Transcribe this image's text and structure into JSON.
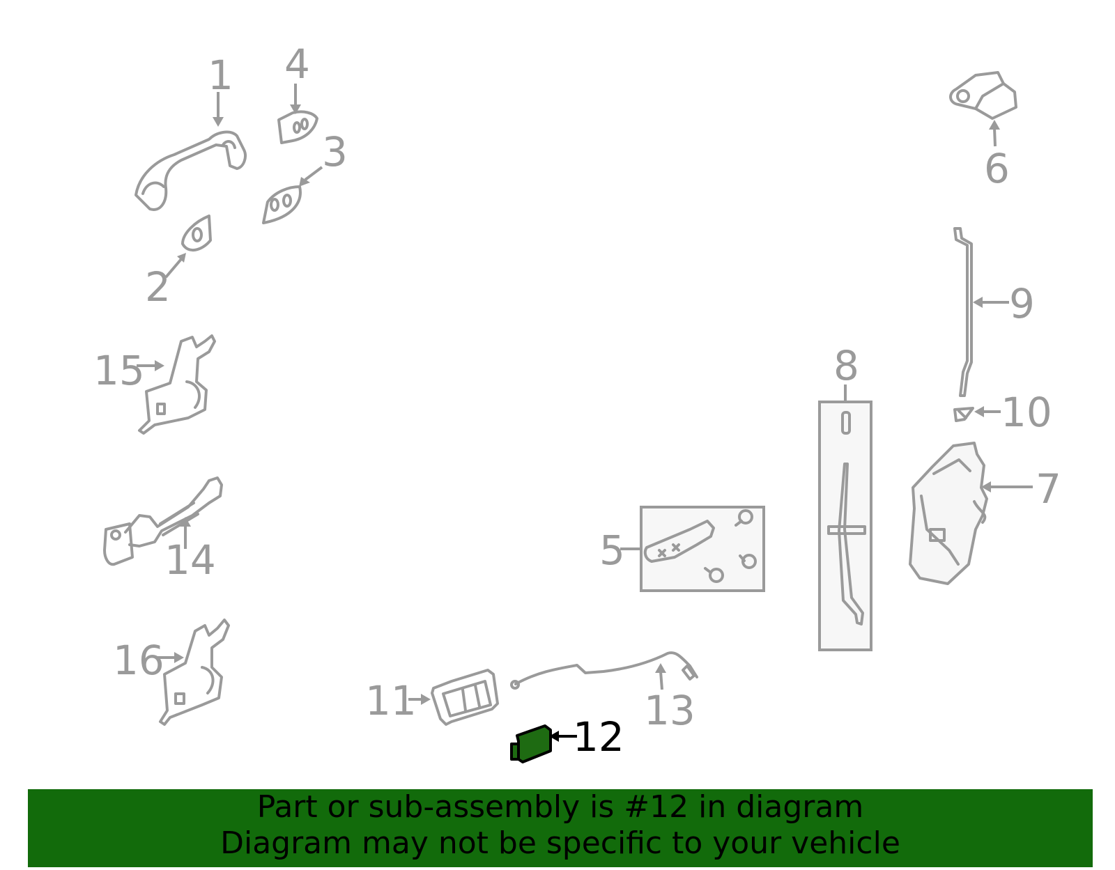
{
  "diagram": {
    "callouts": [
      "1",
      "2",
      "3",
      "4",
      "5",
      "6",
      "7",
      "8",
      "9",
      "10",
      "11",
      "12",
      "13",
      "14",
      "15",
      "16"
    ],
    "highlighted_callout": "12",
    "colors": {
      "line": "#9a9a9a",
      "highlight_fill": "#1e6b12",
      "highlight_stroke": "#000000",
      "banner": "#126b0b"
    }
  },
  "banner": {
    "line1": "Part or sub-assembly is #12 in diagram",
    "line2": "Diagram may not be specific to your vehicle"
  }
}
